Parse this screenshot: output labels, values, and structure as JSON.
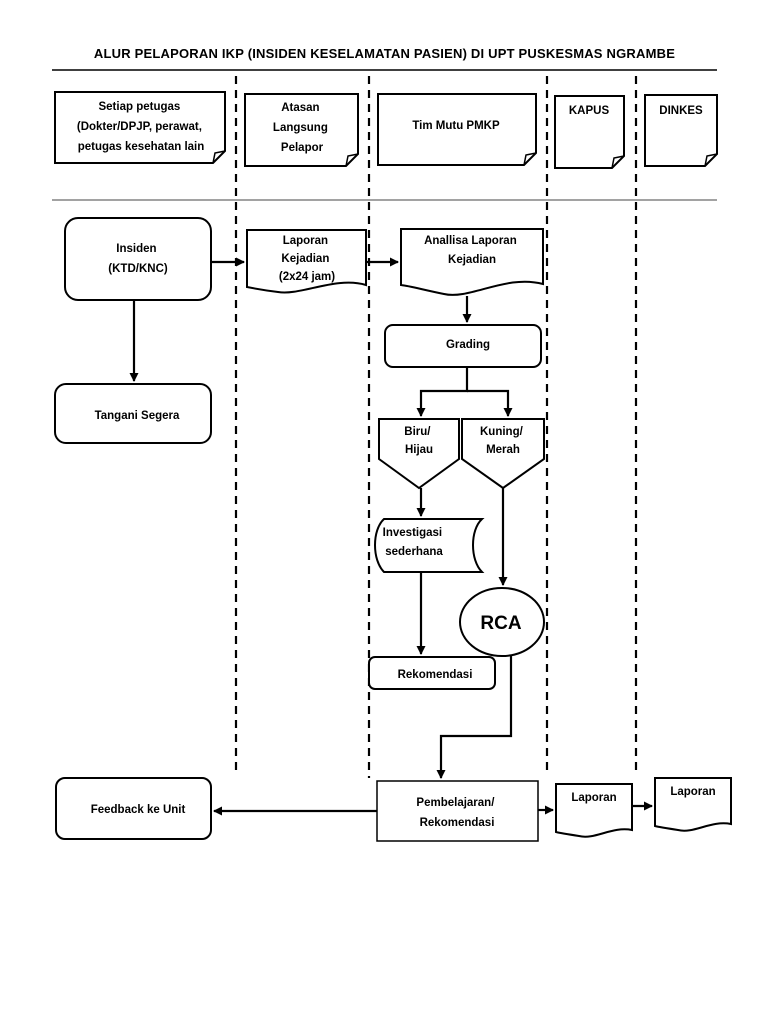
{
  "title": "ALUR PELAPORAN IKP (INSIDEN KESELAMATAN PASIEN) DI UPT PUSKESMAS NGRAMBE",
  "lanes": [
    {
      "lines": [
        "Setiap petugas",
        "(Dokter/DPJP, perawat,",
        "petugas kesehatan lain"
      ]
    },
    {
      "lines": [
        "Atasan",
        "Langsung",
        "Pelapor"
      ]
    },
    {
      "lines": [
        "Tim Mutu PMKP"
      ]
    },
    {
      "lines": [
        "KAPUS"
      ]
    },
    {
      "lines": [
        "DINKES"
      ]
    }
  ],
  "nodes": {
    "insiden": [
      "Insiden",
      "(KTD/KNC)"
    ],
    "tangani": [
      "Tangani Segera"
    ],
    "laporan_kejadian": [
      "Laporan",
      "Kejadian",
      "(2x24 jam)"
    ],
    "analisa": [
      "Anallisa Laporan",
      "Kejadian"
    ],
    "grading": [
      "Grading"
    ],
    "biru_hijau": [
      "Biru/",
      "Hijau"
    ],
    "kuning_merah": [
      "Kuning/",
      "Merah"
    ],
    "investigasi": [
      "Investigasi",
      "sederhana"
    ],
    "rca": [
      "RCA"
    ],
    "rekomendasi": [
      "Rekomendasi"
    ],
    "pembelajaran": [
      "Pembelajaran/",
      "Rekomendasi"
    ],
    "feedback": [
      "Feedback ke Unit"
    ],
    "laporan_kapus": [
      "Laporan"
    ],
    "laporan_dinkes": [
      "Laporan"
    ]
  },
  "colors": {
    "stroke": "#000000",
    "background": "#ffffff"
  }
}
